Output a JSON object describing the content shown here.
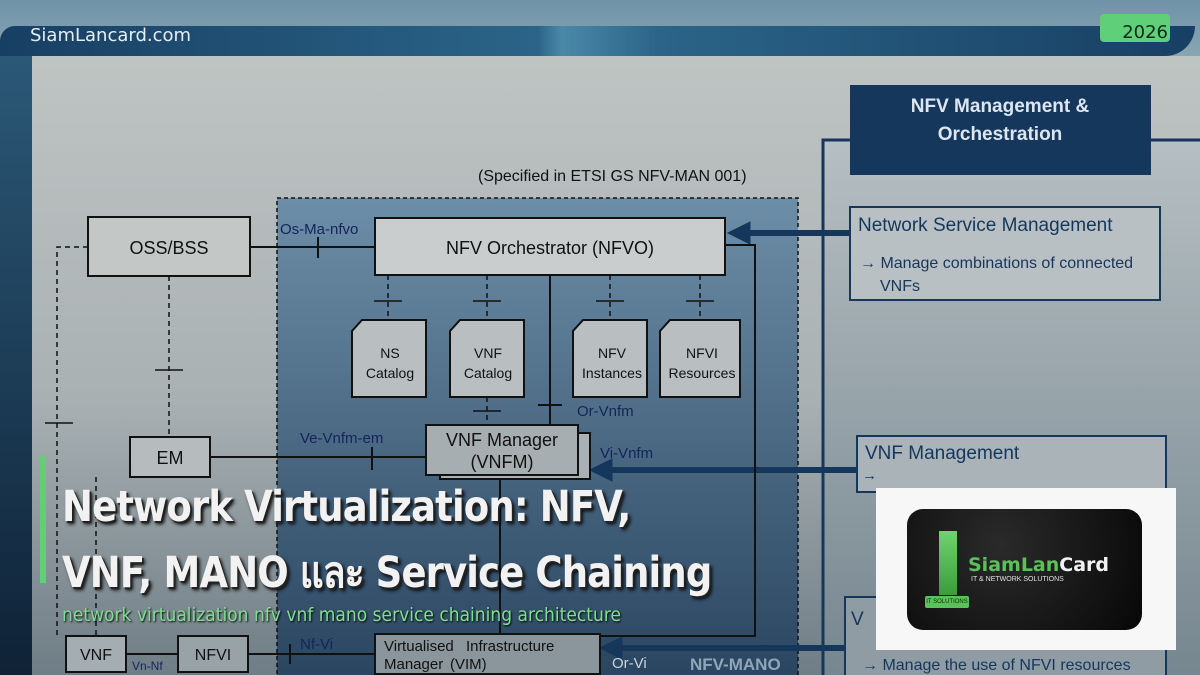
{
  "header": {
    "site": "SiamLancard.com",
    "year_badge": "2026"
  },
  "diagram": {
    "spec_note": "(Specified in ETSI GS NFV-MAN 001)",
    "boxes": {
      "oss_bss": "OSS/BSS",
      "nfvo": "NFV Orchestrator (NFVO)",
      "ns_catalog": [
        "NS",
        "Catalog"
      ],
      "vnf_catalog": [
        "VNF",
        "Catalog"
      ],
      "nfv_instances": [
        "NFV",
        "Instances"
      ],
      "nfvi_resources": [
        "NFVI",
        "Resources"
      ],
      "em": "EM",
      "vnf": "VNF",
      "nfvi": "NFVI",
      "vnfm": [
        "VNF Manager",
        "(VNFM)"
      ],
      "vim": [
        "Virtualised",
        "Infrastructure",
        "Manager",
        "(VIM)"
      ]
    },
    "reference_points": {
      "os_ma_nfvo": "Os-Ma-nfvo",
      "ve_vnfm_em": "Ve-Vnfm-em",
      "or_vnfm": "Or-Vnfm",
      "vi_vnfm": "Vi-Vnfm",
      "or_vi": "Or-Vi",
      "nf_vi": "Nf-Vi",
      "vn_nf": "Vn-Nf"
    },
    "region_label": "NFV-MANO",
    "side_panel": {
      "header": [
        "NFV Management &",
        "Orchestration"
      ],
      "ns_mgmt": {
        "title": "Network Service Management",
        "desc": [
          "→ Manage combinations of connected",
          "VNFs"
        ]
      },
      "vnf_mgmt": {
        "title": "VNF Management",
        "desc": "→"
      },
      "vim_mgmt": {
        "title": "V",
        "desc": "→ Manage the use of NFVI resources"
      }
    }
  },
  "overlay": {
    "title_line1": "Network Virtualization: NFV,",
    "title_line2": "VNF, MANO และ Service Chaining",
    "subtitle": "network virtualization nfv vnf mano service chaining architecture"
  },
  "logo": {
    "name_green": "SiamLan",
    "name_white": "Card",
    "tagline": "IT & NETWORK SOLUTIONS",
    "tag": "IT SOLUTIONS"
  },
  "colors": {
    "accent_green": "#5fcf7a",
    "navy": "#15375c",
    "mano_blue": "#5d7f9c"
  }
}
